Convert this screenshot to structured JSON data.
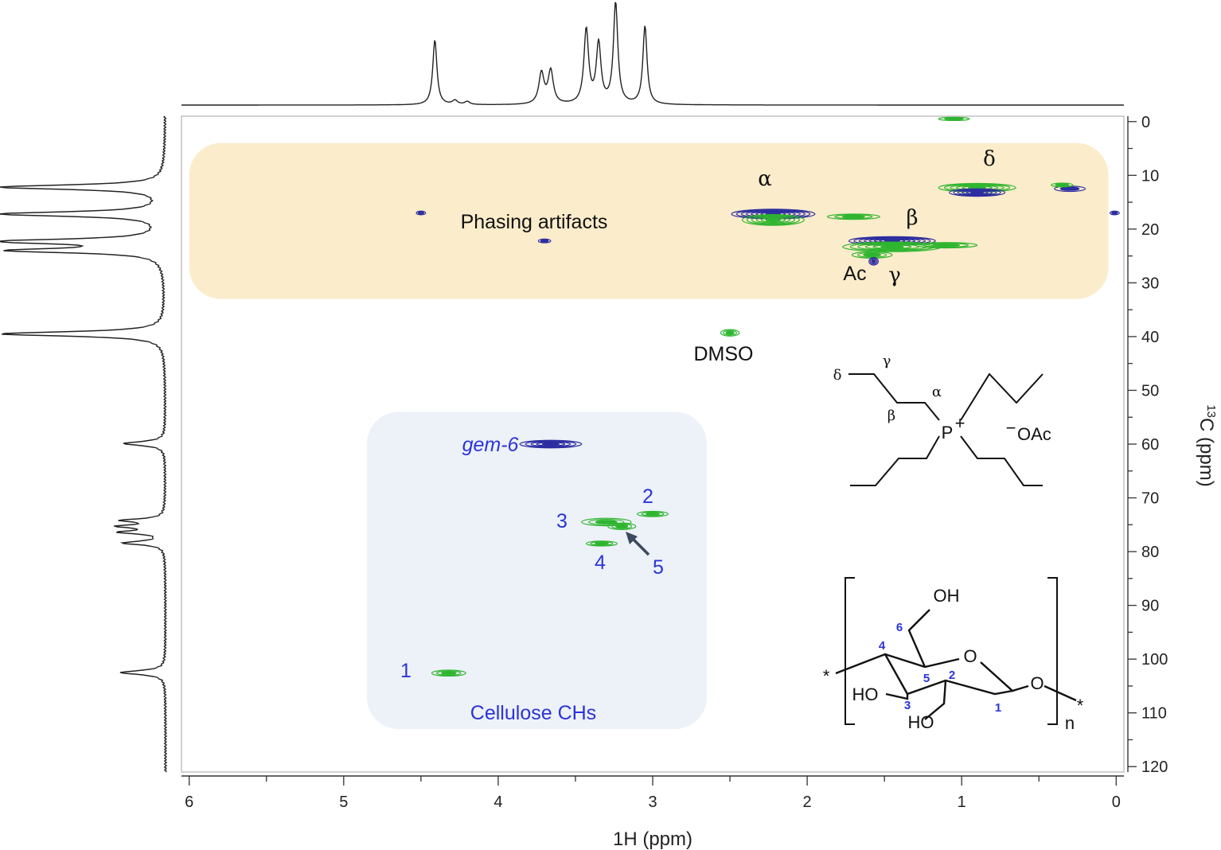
{
  "chart_data": {
    "type": "heatmap",
    "subtype": "2D NMR (HSQC) contour plot with 1D projections",
    "xlabel": "1H (ppm)",
    "ylabel_sup": "13",
    "ylabel_rest": "C (ppm)",
    "xlim": [
      6.05,
      -0.05
    ],
    "ylim": [
      -1,
      121
    ],
    "x_ticks": [
      6,
      5,
      4,
      3,
      2,
      1,
      0
    ],
    "y_ticks": [
      0,
      10,
      20,
      30,
      40,
      50,
      60,
      70,
      80,
      90,
      100,
      110,
      120
    ],
    "x_tick_labels": [
      "6",
      "5",
      "4",
      "3",
      "2",
      "1",
      "0"
    ],
    "y_tick_labels": [
      "0",
      "10",
      "20",
      "30",
      "40",
      "50",
      "60",
      "70",
      "80",
      "90",
      "100",
      "110",
      "120"
    ],
    "x_minor_step": 0.5,
    "y_minor_step": 5,
    "regions": [
      {
        "label": "Phasing artifacts",
        "x_range": [
          6.0,
          0.05
        ],
        "y_range": [
          4,
          33
        ],
        "color": "#fbeccb"
      },
      {
        "label": "Cellulose CHs",
        "x_range": [
          4.85,
          2.65
        ],
        "y_range": [
          54,
          113
        ],
        "color": "#edf1f8"
      }
    ],
    "peaks": [
      {
        "x": 3.66,
        "y": 60.0,
        "wx": 0.2,
        "wy": 0.7,
        "color": "#2e2ea0",
        "levels": 5,
        "label": "gem-6",
        "italic": true
      },
      {
        "x": 3.3,
        "y": 74.5,
        "wx": 0.16,
        "wy": 0.7,
        "color": "#2fb52f",
        "levels": 3,
        "label": "3"
      },
      {
        "x": 3.0,
        "y": 73.0,
        "wx": 0.1,
        "wy": 0.5,
        "color": "#2fb52f",
        "levels": 3,
        "label": "2"
      },
      {
        "x": 3.2,
        "y": 75.3,
        "wx": 0.09,
        "wy": 0.6,
        "color": "#2fb52f",
        "levels": 3,
        "label": "5"
      },
      {
        "x": 3.33,
        "y": 78.5,
        "wx": 0.1,
        "wy": 0.45,
        "color": "#2fb52f",
        "levels": 3,
        "label": "4"
      },
      {
        "x": 4.32,
        "y": 102.6,
        "wx": 0.11,
        "wy": 0.55,
        "color": "#2fb52f",
        "levels": 3,
        "label": "1"
      },
      {
        "x": 2.5,
        "y": 39.3,
        "wx": 0.06,
        "wy": 0.6,
        "color": "#2fb52f",
        "levels": 3,
        "label": "DMSO"
      },
      {
        "x": 2.22,
        "y": 17.2,
        "wx": 0.27,
        "wy": 0.9,
        "color": "#2e2ea0",
        "levels": 8,
        "label": "α"
      },
      {
        "x": 2.22,
        "y": 18.3,
        "wx": 0.2,
        "wy": 1.0,
        "color": "#2fb52f",
        "levels": 6,
        "label": ""
      },
      {
        "x": 1.45,
        "y": 22.2,
        "wx": 0.28,
        "wy": 0.8,
        "color": "#2e2ea0",
        "levels": 8,
        "label": "β"
      },
      {
        "x": 1.45,
        "y": 23.3,
        "wx": 0.32,
        "wy": 0.9,
        "color": "#2fb52f",
        "levels": 6,
        "label": ""
      },
      {
        "x": 1.58,
        "y": 24.8,
        "wx": 0.13,
        "wy": 0.6,
        "color": "#2fb52f",
        "levels": 3,
        "label": "Ac"
      },
      {
        "x": 1.57,
        "y": 26.0,
        "wx": 0.03,
        "wy": 0.7,
        "color": "#2e2ea0",
        "levels": 3,
        "label": "γ"
      },
      {
        "x": 0.9,
        "y": 12.3,
        "wx": 0.25,
        "wy": 0.8,
        "color": "#2fb52f",
        "levels": 6,
        "label": "δ"
      },
      {
        "x": 0.9,
        "y": 13.2,
        "wx": 0.18,
        "wy": 0.7,
        "color": "#2e2ea0",
        "levels": 6,
        "label": ""
      },
      {
        "x": 1.7,
        "y": 17.7,
        "wx": 0.17,
        "wy": 0.5,
        "color": "#2fb52f",
        "levels": 3,
        "label": ""
      },
      {
        "x": 1.1,
        "y": 23.0,
        "wx": 0.2,
        "wy": 0.5,
        "color": "#2fb52f",
        "levels": 3,
        "label": ""
      },
      {
        "x": 4.5,
        "y": 17.0,
        "wx": 0.03,
        "wy": 0.35,
        "color": "#2e2ea0",
        "levels": 2,
        "label": ""
      },
      {
        "x": 3.7,
        "y": 22.2,
        "wx": 0.04,
        "wy": 0.35,
        "color": "#2e2ea0",
        "levels": 2,
        "label": ""
      },
      {
        "x": 0.01,
        "y": 17.0,
        "wx": 0.03,
        "wy": 0.35,
        "color": "#2e2ea0",
        "levels": 2,
        "label": ""
      },
      {
        "x": 0.3,
        "y": 12.5,
        "wx": 0.1,
        "wy": 0.5,
        "color": "#2e2ea0",
        "levels": 2,
        "label": ""
      },
      {
        "x": 0.35,
        "y": 11.8,
        "wx": 0.07,
        "wy": 0.35,
        "color": "#2fb52f",
        "levels": 2,
        "label": ""
      },
      {
        "x": 1.05,
        "y": -0.5,
        "wx": 0.1,
        "wy": 0.3,
        "color": "#2fb52f",
        "levels": 2,
        "label": ""
      }
    ],
    "proton_projection": [
      {
        "x": 4.41,
        "h": 0.63,
        "w": 0.016
      },
      {
        "x": 3.72,
        "h": 0.3,
        "w": 0.02
      },
      {
        "x": 3.66,
        "h": 0.32,
        "w": 0.02
      },
      {
        "x": 3.43,
        "h": 0.72,
        "w": 0.018
      },
      {
        "x": 3.35,
        "h": 0.58,
        "w": 0.018
      },
      {
        "x": 3.24,
        "h": 0.98,
        "w": 0.017
      },
      {
        "x": 3.05,
        "h": 0.76,
        "w": 0.016
      },
      {
        "x": 4.28,
        "h": 0.04,
        "w": 0.02
      },
      {
        "x": 4.2,
        "h": 0.03,
        "w": 0.02
      }
    ],
    "carbon_projection": [
      {
        "y": 12.2,
        "h": 1.0,
        "w": 0.5
      },
      {
        "y": 17.2,
        "h": 1.0,
        "w": 0.5
      },
      {
        "y": 22.3,
        "h": 1.0,
        "w": 0.5
      },
      {
        "y": 24.0,
        "h": 0.9,
        "w": 0.5
      },
      {
        "y": 39.5,
        "h": 1.0,
        "w": 0.5
      },
      {
        "y": 59.9,
        "h": 0.25,
        "w": 0.45
      },
      {
        "y": 74.2,
        "h": 0.25,
        "w": 0.35
      },
      {
        "y": 75.3,
        "h": 0.26,
        "w": 0.35
      },
      {
        "y": 76.4,
        "h": 0.26,
        "w": 0.35
      },
      {
        "y": 78.4,
        "h": 0.25,
        "w": 0.4
      },
      {
        "y": 102.5,
        "h": 0.27,
        "w": 0.45
      }
    ]
  },
  "annotations": {
    "phasing_label": "Phasing artifacts",
    "cellulose_label": "Cellulose CHs",
    "dmso": "DMSO",
    "gem6": "gem-6",
    "peak_1": "1",
    "peak_2": "2",
    "peak_3": "3",
    "peak_4": "4",
    "peak_5": "5",
    "alpha": "α",
    "beta": "β",
    "gamma": "γ",
    "delta": "δ",
    "ac": "Ac"
  },
  "structure_ionic_liquid": {
    "delta": "δ",
    "gamma": "γ",
    "alpha": "α",
    "beta": "β",
    "phosphorus": "P",
    "charge": "+",
    "anion_charge": "−",
    "anion": "OAc"
  },
  "structure_cellulose": {
    "oh_top": "OH",
    "ho_left": "HO",
    "ho_bottom": "HO",
    "ring_o": "O",
    "link_o": "O",
    "star_left": "*",
    "star_right": "*",
    "subscript": "n",
    "c1": "1",
    "c2": "2",
    "c3": "3",
    "c4": "4",
    "c5": "5",
    "c6": "6"
  }
}
